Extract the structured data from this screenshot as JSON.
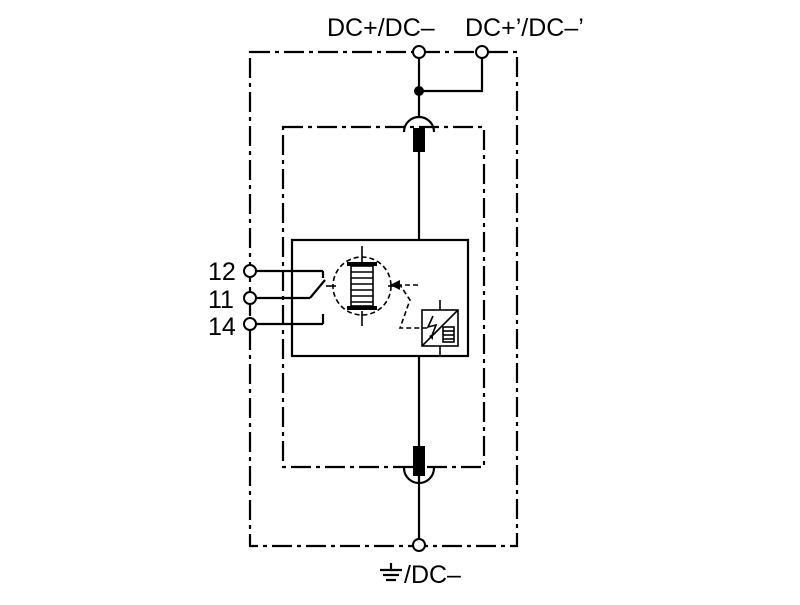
{
  "labels": {
    "top_left": "DC+/DC–",
    "top_right": "DC+’/DC–’",
    "bottom": "/DC–"
  },
  "pins": [
    "12",
    "11",
    "14"
  ],
  "icons": [
    "terminal-icon",
    "varistor-icon",
    "thermal-disconnector-icon",
    "fault-indicator-icon",
    "ground-symbol-icon",
    "changeover-contact-icon"
  ]
}
